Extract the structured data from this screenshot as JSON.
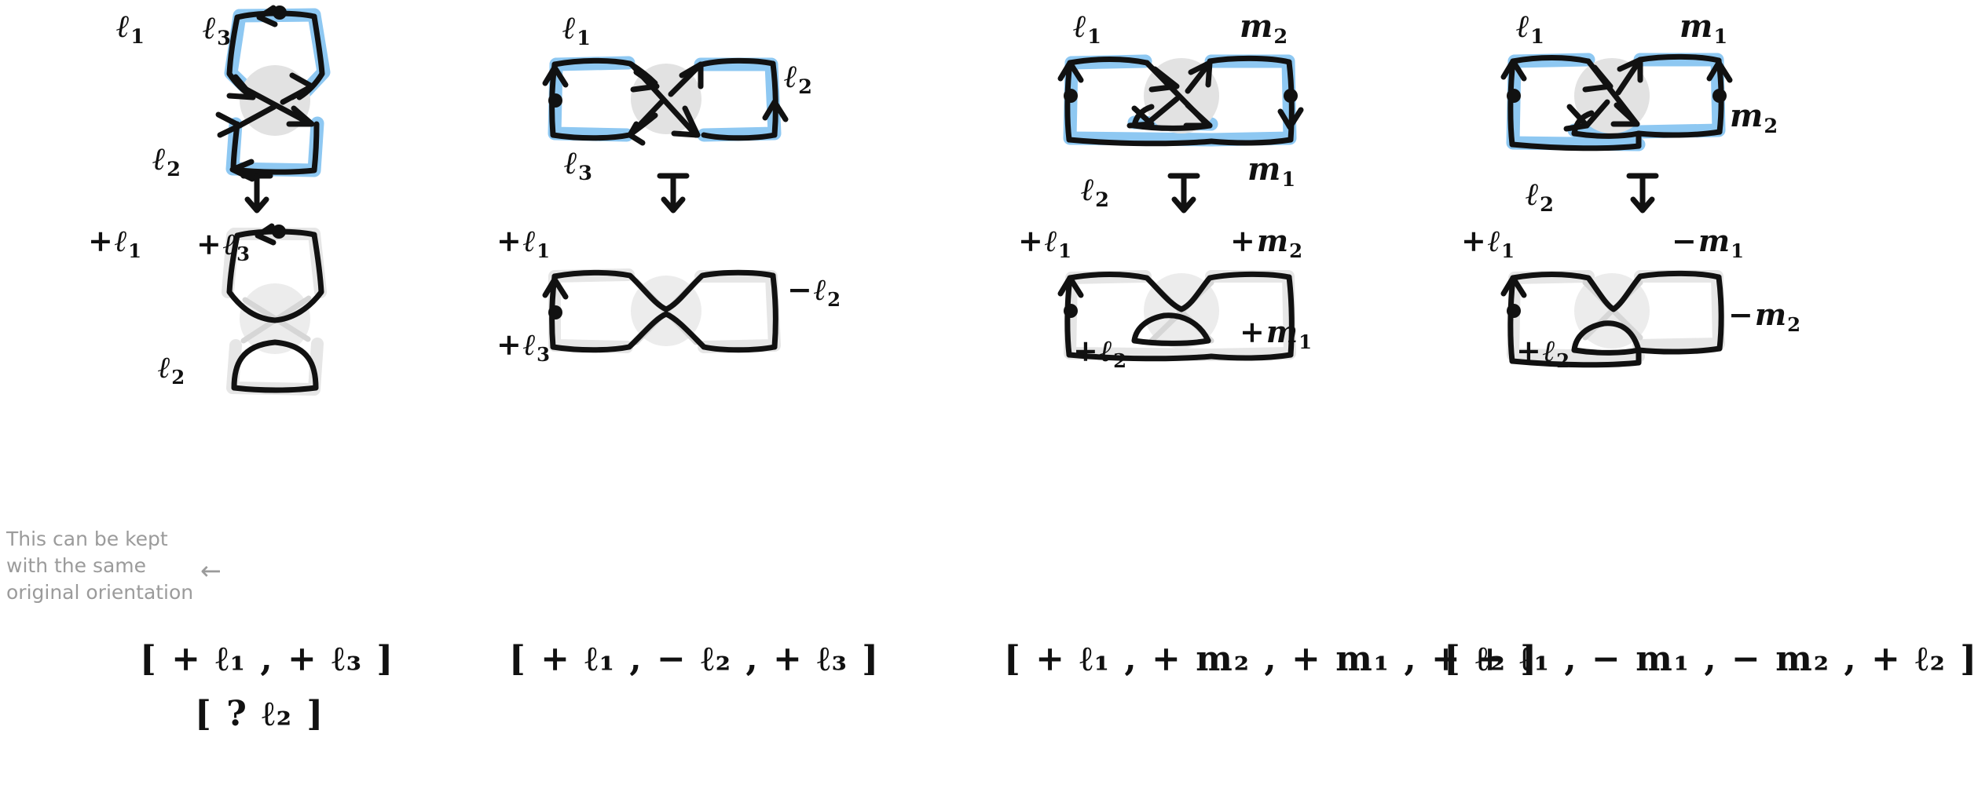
{
  "page": {
    "title": "Knot diagram orientation / Gauss-code worksheet",
    "background_color": "#ffffff",
    "ink_color": "#111111",
    "highlight_color": "#8ec8f2",
    "ghost_color": "#e2e2e2",
    "note_color": "#9b9b9b"
  },
  "columns": [
    {
      "id": "column-1",
      "top_diagram": {
        "name": "vertical-twisted-bigon",
        "labels": [
          {
            "id": "l1",
            "base": "ℓ",
            "sub": "1",
            "sign": ""
          },
          {
            "id": "l3",
            "base": "ℓ",
            "sub": "3",
            "sign": ""
          },
          {
            "id": "l2",
            "base": "ℓ",
            "sub": "2",
            "sign": ""
          }
        ]
      },
      "arrow": {
        "name": "down-arrow",
        "glyph": "↧"
      },
      "bottom_diagram": {
        "name": "vertical-smoothed-pair",
        "labels": [
          {
            "id": "l1",
            "base": "ℓ",
            "sub": "1",
            "sign": "+"
          },
          {
            "id": "l3",
            "base": "ℓ",
            "sub": "3",
            "sign": "+"
          },
          {
            "id": "l2",
            "base": "ℓ",
            "sub": "2",
            "sign": ""
          }
        ]
      },
      "note": {
        "lines": [
          "This can be kept",
          "with the same",
          "original orientation"
        ],
        "arrow_glyph": "←"
      },
      "formulas": [
        {
          "id": "formula-1a",
          "text": "[ + ℓ₁ , + ℓ₃ ]",
          "terms": [
            {
              "sign": "+",
              "base": "ℓ",
              "sub": "1"
            },
            {
              "sign": "+",
              "base": "ℓ",
              "sub": "3"
            }
          ]
        },
        {
          "id": "formula-1b",
          "text": "[ ? ℓ₂ ]",
          "terms": [
            {
              "sign": "?",
              "base": "ℓ",
              "sub": "2"
            }
          ]
        }
      ]
    },
    {
      "id": "column-2",
      "top_diagram": {
        "name": "horizontal-twisted-bigon",
        "labels": [
          {
            "id": "l1",
            "base": "ℓ",
            "sub": "1",
            "sign": ""
          },
          {
            "id": "l2",
            "base": "ℓ",
            "sub": "2",
            "sign": ""
          },
          {
            "id": "l3",
            "base": "ℓ",
            "sub": "3",
            "sign": ""
          }
        ]
      },
      "arrow": {
        "name": "down-arrow",
        "glyph": "↧"
      },
      "bottom_diagram": {
        "name": "horizontal-smoothed-pair",
        "labels": [
          {
            "id": "l1",
            "base": "ℓ",
            "sub": "1",
            "sign": "+"
          },
          {
            "id": "l2",
            "base": "ℓ",
            "sub": "2",
            "sign": "−"
          },
          {
            "id": "l3",
            "base": "ℓ",
            "sub": "3",
            "sign": "+"
          }
        ]
      },
      "formulas": [
        {
          "id": "formula-2a",
          "text": "[ + ℓ₁ , − ℓ₂ , + ℓ₃ ]",
          "terms": [
            {
              "sign": "+",
              "base": "ℓ",
              "sub": "1"
            },
            {
              "sign": "−",
              "base": "ℓ",
              "sub": "2"
            },
            {
              "sign": "+",
              "base": "ℓ",
              "sub": "3"
            }
          ]
        }
      ]
    },
    {
      "id": "column-3",
      "top_diagram": {
        "name": "rectangular-crossing-with-inner-loop",
        "labels": [
          {
            "id": "l1",
            "base": "ℓ",
            "sub": "1",
            "sign": ""
          },
          {
            "id": "m2",
            "base": "m",
            "sub": "2",
            "sign": ""
          },
          {
            "id": "m1",
            "base": "m",
            "sub": "1",
            "sign": ""
          },
          {
            "id": "l2",
            "base": "ℓ",
            "sub": "2",
            "sign": ""
          }
        ]
      },
      "arrow": {
        "name": "down-arrow",
        "glyph": "↧"
      },
      "bottom_diagram": {
        "name": "rectangular-smoothed-with-inner-loop",
        "labels": [
          {
            "id": "l1",
            "base": "ℓ",
            "sub": "1",
            "sign": "+"
          },
          {
            "id": "m2",
            "base": "m",
            "sub": "2",
            "sign": "+"
          },
          {
            "id": "m1",
            "base": "m",
            "sub": "1",
            "sign": "+"
          },
          {
            "id": "l2",
            "base": "ℓ",
            "sub": "2",
            "sign": "+"
          }
        ]
      },
      "formulas": [
        {
          "id": "formula-3a",
          "text": "[ + ℓ₁ , + m₂ , + m₁ , + ℓ₂ ]",
          "terms": [
            {
              "sign": "+",
              "base": "ℓ",
              "sub": "1"
            },
            {
              "sign": "+",
              "base": "m",
              "sub": "2"
            },
            {
              "sign": "+",
              "base": "m",
              "sub": "1"
            },
            {
              "sign": "+",
              "base": "ℓ",
              "sub": "2"
            }
          ]
        }
      ]
    },
    {
      "id": "column-4",
      "top_diagram": {
        "name": "rectangular-crossing-with-inner-loop-reversed",
        "labels": [
          {
            "id": "l1",
            "base": "ℓ",
            "sub": "1",
            "sign": ""
          },
          {
            "id": "m1",
            "base": "m",
            "sub": "1",
            "sign": ""
          },
          {
            "id": "m2",
            "base": "m",
            "sub": "2",
            "sign": ""
          },
          {
            "id": "l2",
            "base": "ℓ",
            "sub": "2",
            "sign": ""
          }
        ]
      },
      "arrow": {
        "name": "down-arrow",
        "glyph": "↧"
      },
      "bottom_diagram": {
        "name": "rectangular-smoothed-with-inner-loop-reversed",
        "labels": [
          {
            "id": "l1",
            "base": "ℓ",
            "sub": "1",
            "sign": "+"
          },
          {
            "id": "m1",
            "base": "m",
            "sub": "1",
            "sign": "−"
          },
          {
            "id": "m2",
            "base": "m",
            "sub": "2",
            "sign": "−"
          },
          {
            "id": "l2",
            "base": "ℓ",
            "sub": "2",
            "sign": "+"
          }
        ]
      },
      "formulas": [
        {
          "id": "formula-4a",
          "text": "[ + ℓ₁ , − m₁ , − m₂ , + ℓ₂ ]",
          "terms": [
            {
              "sign": "+",
              "base": "ℓ",
              "sub": "1"
            },
            {
              "sign": "−",
              "base": "m",
              "sub": "1"
            },
            {
              "sign": "−",
              "base": "m",
              "sub": "2"
            },
            {
              "sign": "+",
              "base": "ℓ",
              "sub": "2"
            }
          ]
        }
      ]
    }
  ]
}
